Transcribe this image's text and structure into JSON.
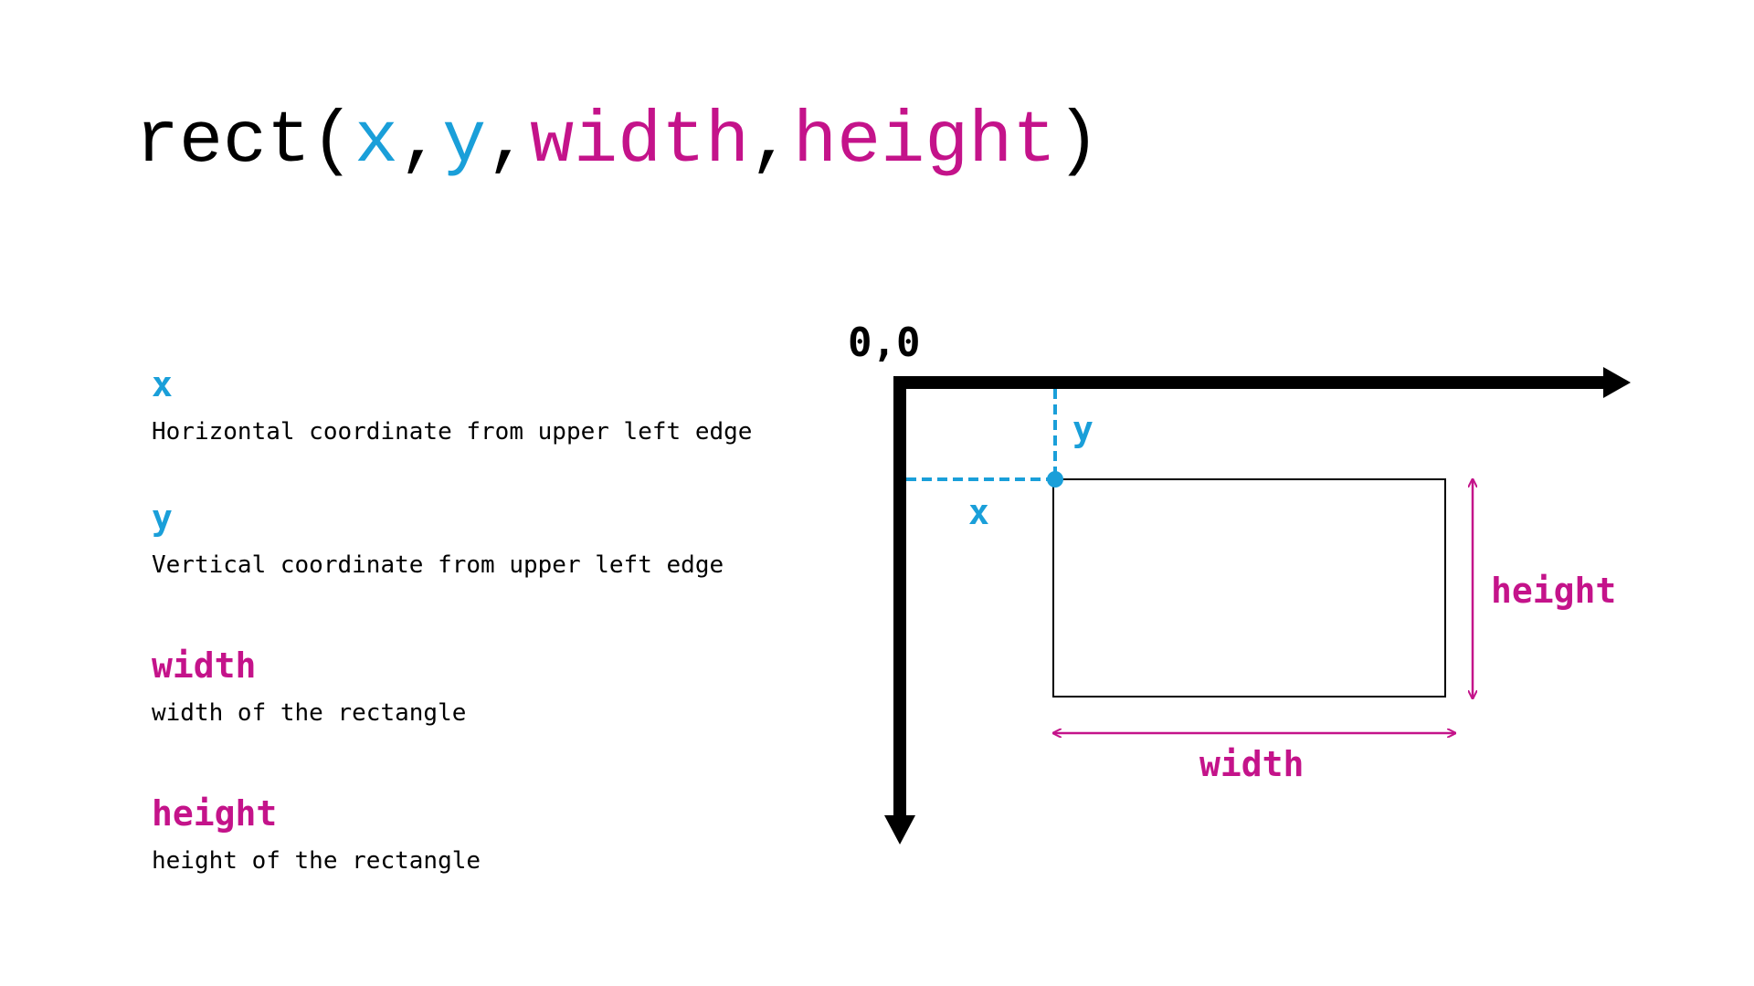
{
  "colors": {
    "blue": "#1a9fd9",
    "magenta": "#c4138a",
    "black": "#000000"
  },
  "title": {
    "func": "rect",
    "open_paren": "(",
    "x": "x",
    "comma1": ",",
    "y": "y",
    "comma2": ",",
    "width": "width",
    "comma3": ",",
    "height": "height",
    "close_paren": ")"
  },
  "definitions": [
    {
      "term": "x",
      "desc": "Horizontal coordinate from upper left edge"
    },
    {
      "term": "y",
      "desc": "Vertical coordinate from upper left edge"
    },
    {
      "term": "width",
      "desc": "width of the rectangle"
    },
    {
      "term": "height",
      "desc": "height of the rectangle"
    }
  ],
  "diagram": {
    "origin_label": "0,0",
    "x_label": "x",
    "y_label": "y",
    "width_label": "width",
    "height_label": "height"
  }
}
